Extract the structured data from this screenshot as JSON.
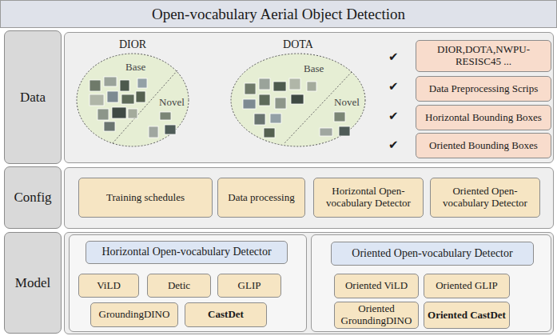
{
  "diagram": {
    "title": "Open-vocabulary Aerial Object Detection",
    "nodes": [
      {
        "text": [
          "Data"
        ]
      },
      {
        "text": [
          "DIOR",
          "Base",
          "Novel"
        ]
      },
      {
        "text": [
          "DOTA",
          "Base",
          "Novel"
        ]
      },
      {
        "text": [
          "DIOR,DOTA,NWPU-RESISC45 ..."
        ]
      },
      {
        "text": [
          "Data Preprocessing Scrips"
        ]
      },
      {
        "text": [
          "Horizontal Bounding Boxes"
        ]
      },
      {
        "text": [
          "Oriented Bounding Boxes"
        ]
      },
      {
        "text": [
          "Config"
        ]
      },
      {
        "text": [
          "Training schedules"
        ]
      },
      {
        "text": [
          "Data processing"
        ]
      },
      {
        "text": [
          "Horizontal Open-vocabulary Detector"
        ]
      },
      {
        "text": [
          "Oriented Open-vocabulary Detector"
        ]
      },
      {
        "text": [
          "Model"
        ]
      },
      {
        "text": [
          "Horizontal Open-vocabulary Detector"
        ]
      },
      {
        "text": [
          "ViLD"
        ]
      },
      {
        "text": [
          "Detic"
        ]
      },
      {
        "text": [
          "GLIP"
        ]
      },
      {
        "text": [
          "GroundingDINO"
        ]
      },
      {
        "text": [
          "CastDet"
        ]
      },
      {
        "text": [
          "Oriented Open-vocabulary Detector"
        ]
      },
      {
        "text": [
          "Oriented ViLD"
        ]
      },
      {
        "text": [
          "Oriented GLIP"
        ]
      },
      {
        "text": [
          "Oriented GroundingDINO"
        ]
      },
      {
        "text": [
          "Oriented CastDet"
        ]
      }
    ],
    "labels": [
      "✔",
      "✔",
      "✔",
      "✔"
    ]
  }
}
